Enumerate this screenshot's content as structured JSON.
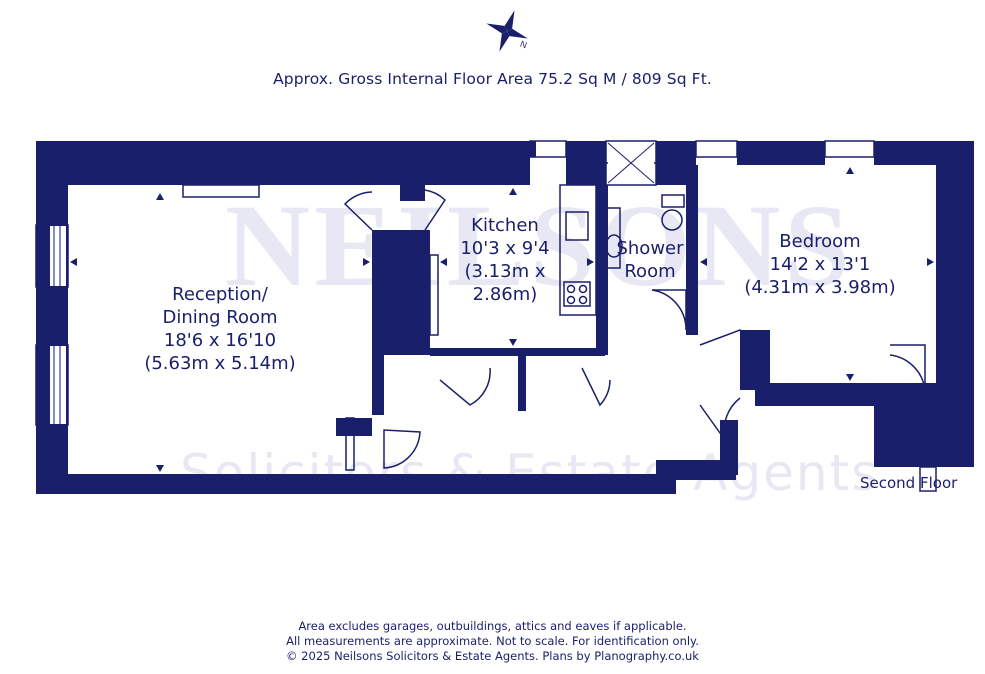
{
  "header": {
    "compass_icon": "compass-rose-icon",
    "area_title": "Approx. Gross Internal Floor Area 75.2 Sq M / 809 Sq Ft."
  },
  "watermark": {
    "name": "NEILSONS",
    "subtitle": "Solicitors & Estate Agents"
  },
  "rooms": {
    "reception": {
      "name_line1": "Reception/",
      "name_line2": "Dining Room",
      "imperial": "18'6 x 16'10",
      "metric": "(5.63m x 5.14m)"
    },
    "kitchen": {
      "name": "Kitchen",
      "imperial": "10'3 x 9'4",
      "metric_line1": "(3.13m x",
      "metric_line2": "2.86m)"
    },
    "shower": {
      "name_line1": "Shower",
      "name_line2": "Room"
    },
    "bedroom": {
      "name": "Bedroom",
      "imperial": "14'2 x 13'1",
      "metric": "(4.31m x 3.98m)"
    }
  },
  "floor_label": "Second Floor",
  "footer": {
    "line1": "Area excludes garages, outbuildings, attics and eaves if applicable.",
    "line2": "All measurements are approximate. Not to scale. For identification only.",
    "line3": "© 2025 Neilsons Solicitors & Estate Agents. Plans by Planography.co.uk"
  },
  "colors": {
    "wall": "#1a1f6b",
    "text": "#1a1f6b",
    "watermark": "#d4d7ea"
  }
}
